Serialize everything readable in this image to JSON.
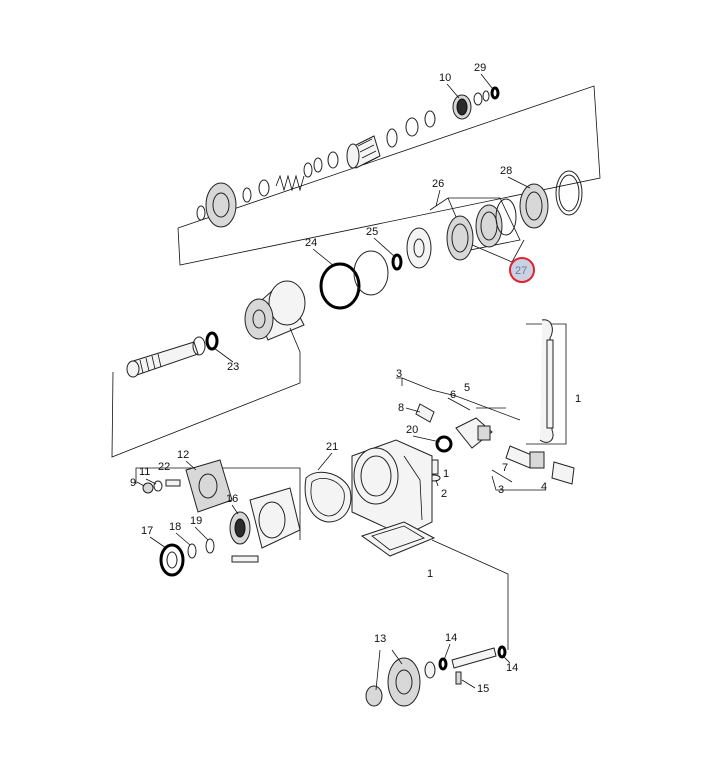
{
  "diagram": {
    "callouts": {
      "c1a": "1",
      "c1b": "1",
      "c1c": "1",
      "c2": "2",
      "c3a": "3",
      "c3b": "3",
      "c4": "4",
      "c5": "5",
      "c6": "6",
      "c7": "7",
      "c8": "8",
      "c9": "9",
      "c10": "10",
      "c11": "11",
      "c12": "12",
      "c13": "13",
      "c14a": "14",
      "c14b": "14",
      "c15": "15",
      "c16": "16",
      "c17": "17",
      "c18": "18",
      "c19": "19",
      "c20": "20",
      "c21": "21",
      "c22": "22",
      "c23": "23",
      "c24": "24",
      "c25": "25",
      "c26": "26",
      "c27": "27",
      "c28": "28",
      "c29": "29"
    },
    "highlighted_part": "27",
    "highlight_color": "#e0232e",
    "highlight_fill": "#c9d2e3"
  }
}
